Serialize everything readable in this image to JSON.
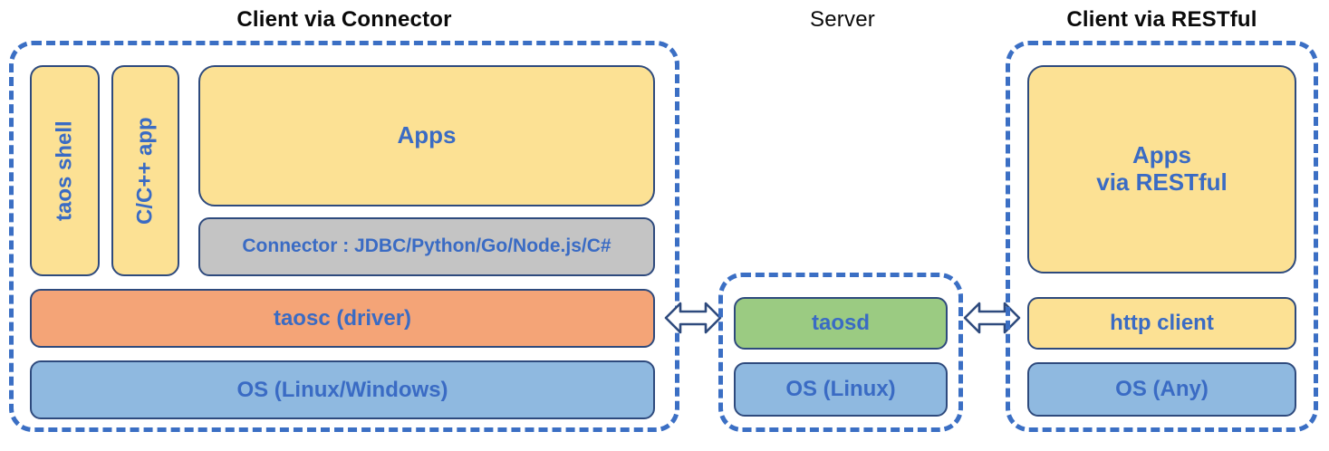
{
  "diagram": {
    "title_client_connector": "Client via Connector",
    "title_server": "Server",
    "title_client_restful": "Client via RESTful"
  },
  "colors": {
    "dashed_border": "#3b6fc4",
    "box_border": "#2e4a7d",
    "label_text": "#3a6bc4",
    "title_text": "#0a0a0a",
    "yellow": "#fce194",
    "orange": "#f4a477",
    "blue": "#8fb9e0",
    "green": "#9bcb82",
    "gray": "#c4c4c4"
  },
  "client_connector": {
    "taos_shell": "taos shell",
    "c_cpp_app": "C/C++ app",
    "apps": "Apps",
    "connector": "Connector : JDBC/Python/Go/Node.js/C#",
    "taosc_driver": "taosc (driver)",
    "os": "OS (Linux/Windows)"
  },
  "server": {
    "taosd": "taosd",
    "os": "OS (Linux)"
  },
  "client_restful": {
    "apps_line1": "Apps",
    "apps_line2": "via RESTful",
    "http_client": "http client",
    "os": "OS (Any)"
  },
  "connections": {
    "left_arrow": "double-headed-arrow",
    "right_arrow": "double-headed-arrow"
  }
}
